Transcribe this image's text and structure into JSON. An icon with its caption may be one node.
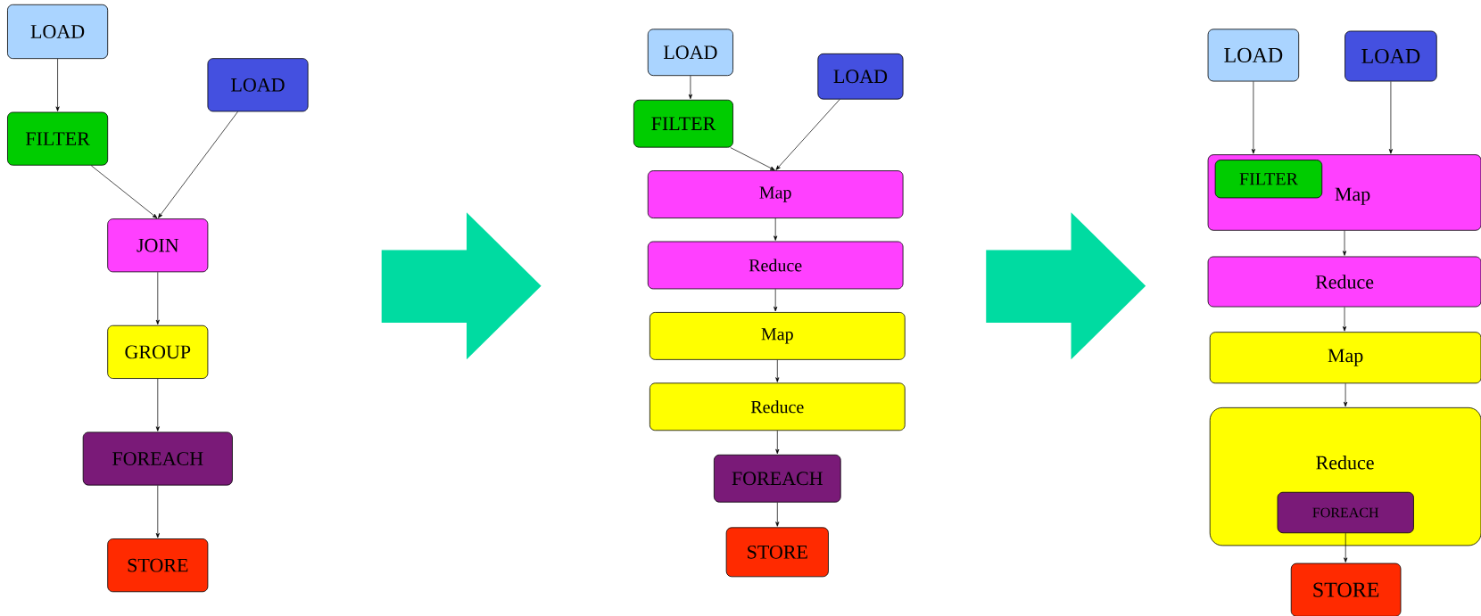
{
  "diagram": {
    "nodes": [
      {
        "text": [
          "LOAD"
        ]
      },
      {
        "text": [
          "FILTER"
        ]
      },
      {
        "text": [
          "LOAD"
        ]
      },
      {
        "text": [
          "JOIN"
        ]
      },
      {
        "text": [
          "GROUP"
        ]
      },
      {
        "text": [
          "FOREACH"
        ]
      },
      {
        "text": [
          "STORE"
        ]
      },
      {
        "text": [
          "LOAD"
        ]
      },
      {
        "text": [
          "LOAD"
        ]
      },
      {
        "text": [
          "FILTER"
        ]
      },
      {
        "text": [
          "Map"
        ]
      },
      {
        "text": [
          "Reduce"
        ]
      },
      {
        "text": [
          "Map"
        ]
      },
      {
        "text": [
          "Reduce"
        ]
      },
      {
        "text": [
          "FOREACH"
        ]
      },
      {
        "text": [
          "STORE"
        ]
      },
      {
        "text": [
          "LOAD"
        ]
      },
      {
        "text": [
          "LOAD"
        ]
      },
      {
        "text": [
          "Map"
        ]
      },
      {
        "text": [
          "FILTER"
        ],
        "in": 18
      },
      {
        "text": [
          "Reduce"
        ]
      },
      {
        "text": [
          "Map"
        ]
      },
      {
        "text": [
          "Reduce"
        ]
      },
      {
        "text": [
          "FOREACH"
        ],
        "in": 22
      },
      {
        "text": [
          "STORE"
        ]
      }
    ],
    "edges": [
      {
        "from": 0,
        "to": 1,
        "arrow": "to"
      },
      {
        "from": 1,
        "to": 3,
        "arrow": "to"
      },
      {
        "from": 2,
        "to": 3,
        "arrow": "to"
      },
      {
        "from": 3,
        "to": 4,
        "arrow": "to"
      },
      {
        "from": 4,
        "to": 5,
        "arrow": "to"
      },
      {
        "from": 5,
        "to": 6,
        "arrow": "to"
      },
      {
        "from": 7,
        "to": 9,
        "arrow": "to"
      },
      {
        "from": 9,
        "to": 10,
        "arrow": "to"
      },
      {
        "from": 8,
        "to": 10,
        "arrow": "to"
      },
      {
        "from": 10,
        "to": 11,
        "arrow": "to"
      },
      {
        "from": 11,
        "to": 12,
        "arrow": "to"
      },
      {
        "from": 12,
        "to": 13,
        "arrow": "to"
      },
      {
        "from": 13,
        "to": 14,
        "arrow": "to"
      },
      {
        "from": 14,
        "to": 15,
        "arrow": "to"
      },
      {
        "from": 16,
        "to": 18,
        "arrow": "to"
      },
      {
        "from": 17,
        "to": 18,
        "arrow": "to"
      },
      {
        "from": 18,
        "to": 20,
        "arrow": "to"
      },
      {
        "from": 20,
        "to": 21,
        "arrow": "to"
      },
      {
        "from": 21,
        "to": 22,
        "arrow": "to"
      },
      {
        "from": 23,
        "to": 24,
        "arrow": "to"
      }
    ]
  }
}
